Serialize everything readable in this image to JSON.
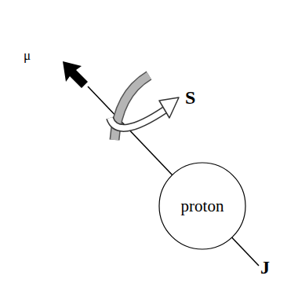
{
  "diagram": {
    "nodes": [
      {
        "text": [
          "proton"
        ]
      }
    ],
    "labels": [
      "μ",
      "S",
      "J"
    ]
  }
}
